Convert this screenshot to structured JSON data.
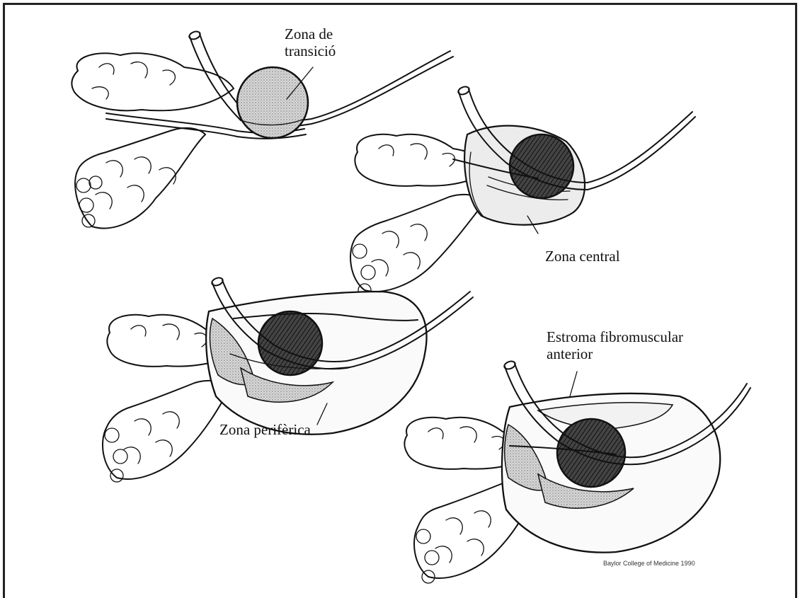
{
  "labels": {
    "transition_zone": [
      "Zona de",
      "transició"
    ],
    "central_zone": "Zona central",
    "peripheral_zone": "Zona perifèrica",
    "anterior_stroma": [
      "Estroma fibromuscular",
      "anterior"
    ]
  },
  "credit": "Baylor College of Medicine 1990",
  "colors": {
    "ink": "#111111",
    "transition_fill": "#cfcfcf",
    "dark_fill": "#3a3a3a",
    "stipple_fill": "#b5b5b5",
    "central_fill": "#e6e6e6"
  }
}
